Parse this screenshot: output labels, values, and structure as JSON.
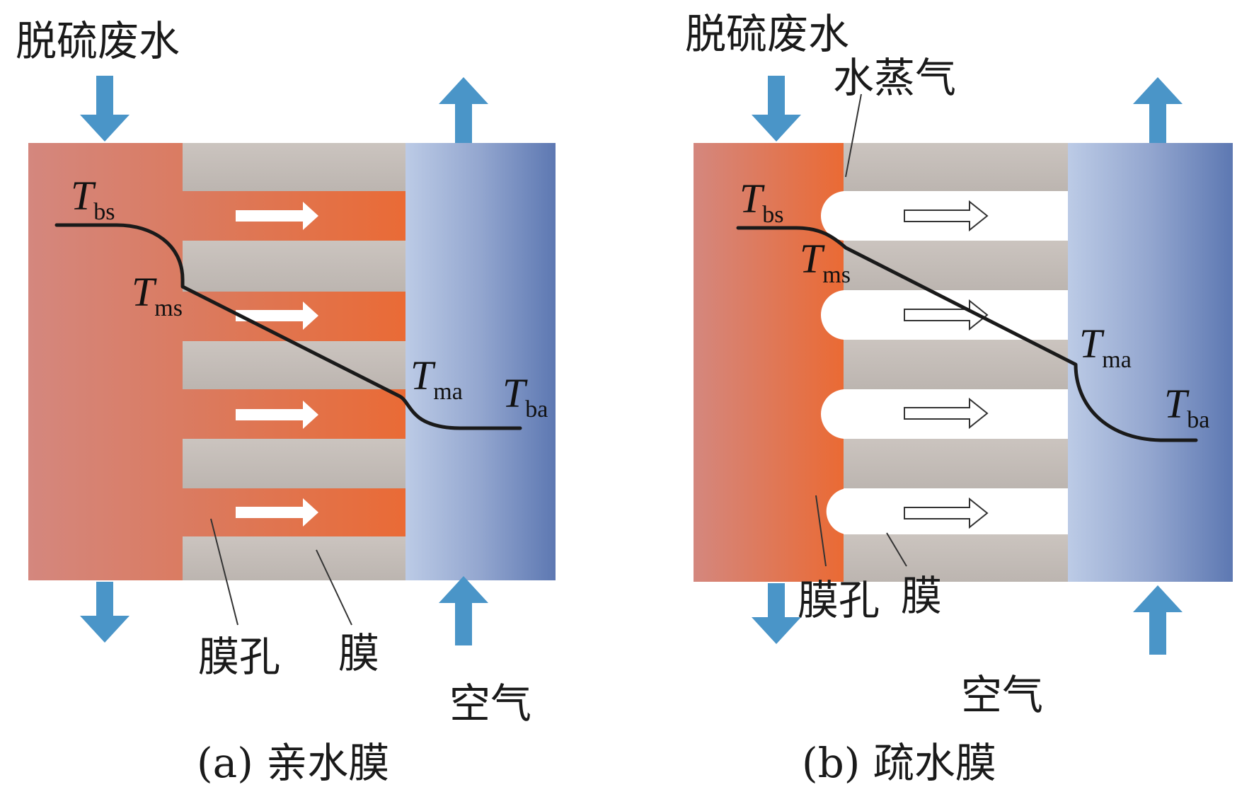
{
  "figure": {
    "panels": [
      {
        "id": "a",
        "caption": "(a) 亲水膜",
        "feed_label": "脱硫废水",
        "air_label": "空气",
        "pore_label": "膜孔",
        "membrane_label": "膜",
        "vapor_label": "",
        "membrane_type": "hydrophilic",
        "pores_filled_with_liquid": true,
        "temperature_labels": [
          {
            "main": "T",
            "sub": "bs"
          },
          {
            "main": "T",
            "sub": "ms"
          },
          {
            "main": "T",
            "sub": "ma"
          },
          {
            "main": "T",
            "sub": "ba"
          }
        ]
      },
      {
        "id": "b",
        "caption": "(b) 疏水膜",
        "feed_label": "脱硫废水",
        "air_label": "空气",
        "pore_label": "膜孔",
        "membrane_label": "膜",
        "vapor_label": "水蒸气",
        "membrane_type": "hydrophobic",
        "pores_filled_with_liquid": false,
        "temperature_labels": [
          {
            "main": "T",
            "sub": "bs"
          },
          {
            "main": "T",
            "sub": "ms"
          },
          {
            "main": "T",
            "sub": "ma"
          },
          {
            "main": "T",
            "sub": "ba"
          }
        ]
      }
    ],
    "colors": {
      "feed_light": "#d4877e",
      "feed_dark": "#e8693a",
      "membrane": "#c2bbb6",
      "air_light": "#b9c8e4",
      "air_dark": "#5e79b2",
      "flow_arrow": "#4a95c8",
      "profile_line": "#1a1a1a"
    }
  }
}
